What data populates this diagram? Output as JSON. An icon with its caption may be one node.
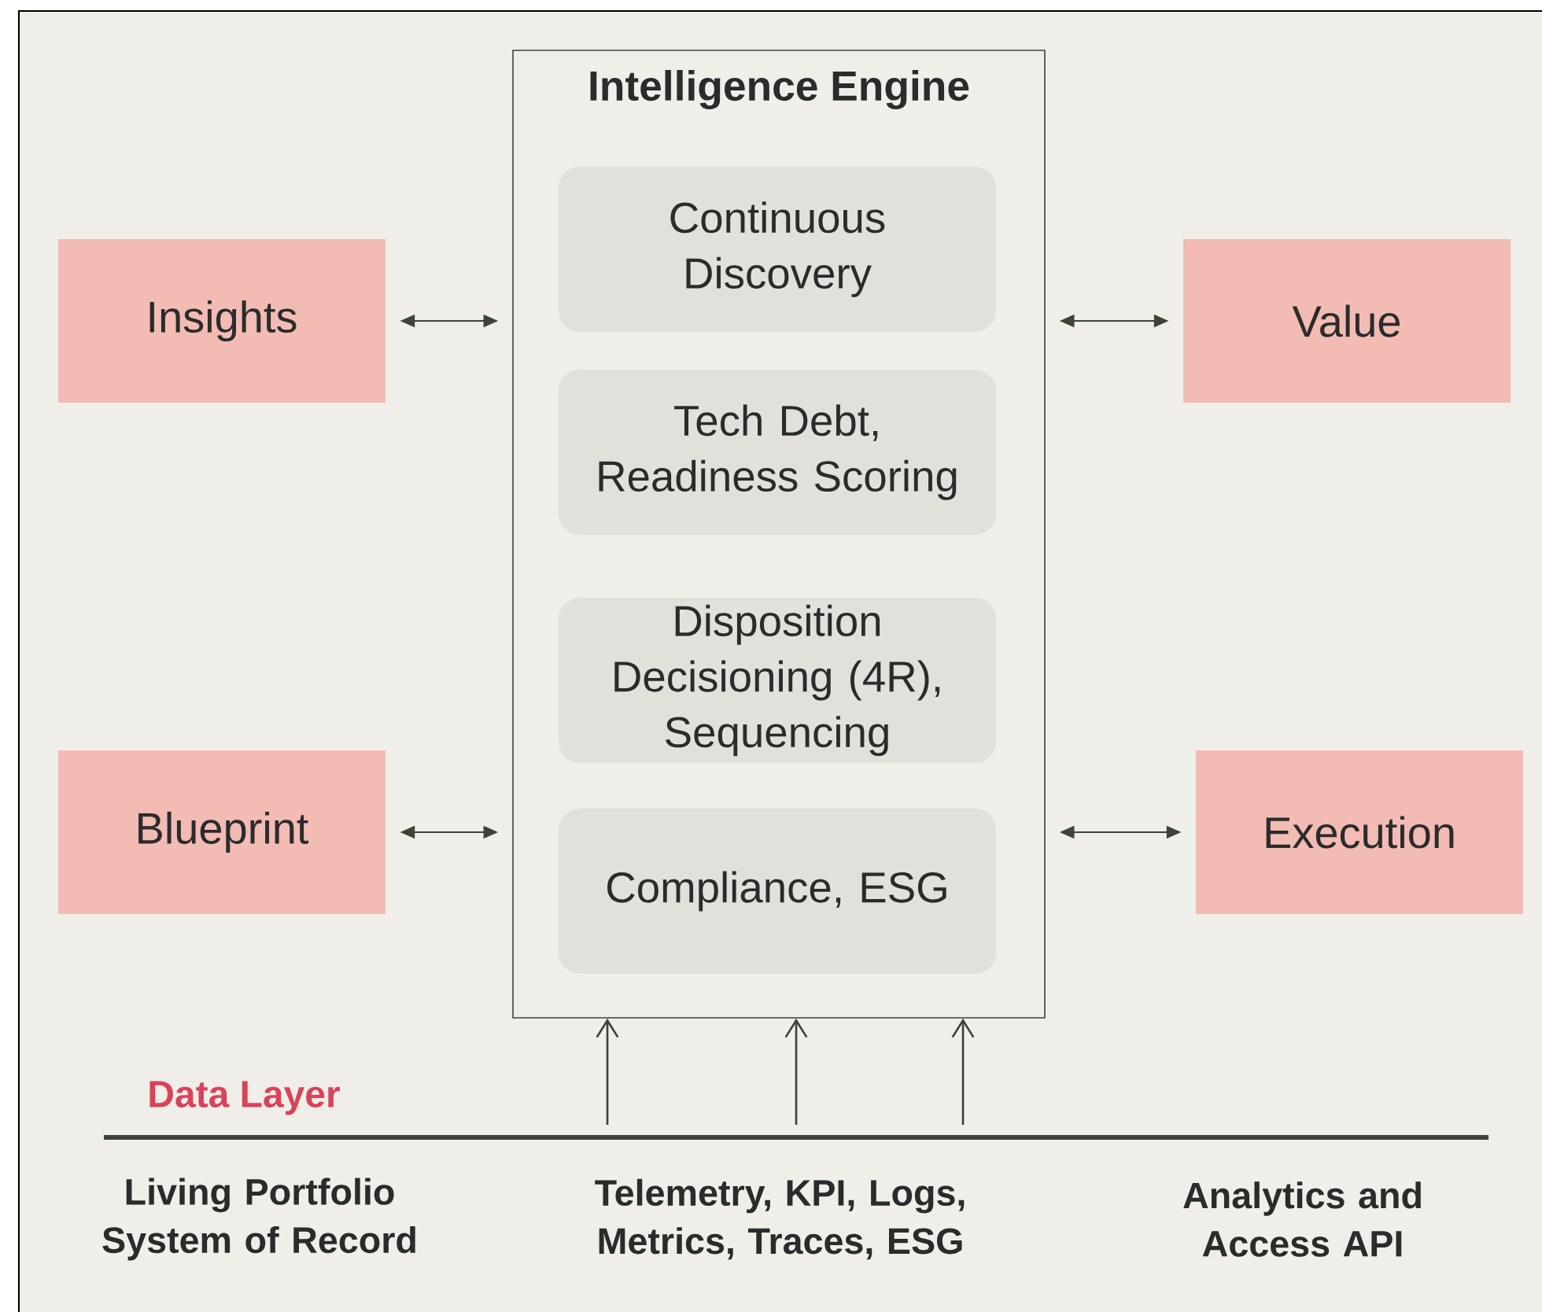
{
  "diagram": {
    "nodes": [
      {
        "text": [
          "Intelligence Engine"
        ]
      },
      {
        "text": [
          "Continuous Discovery"
        ],
        "in": 0
      },
      {
        "text": [
          "Tech Debt, Readiness Scoring"
        ],
        "in": 0
      },
      {
        "text": [
          "Disposition Decisioning (4R), Sequencing"
        ],
        "in": 0
      },
      {
        "text": [
          "Compliance, ESG"
        ],
        "in": 0
      },
      {
        "text": [
          "Insights"
        ]
      },
      {
        "text": [
          "Value"
        ]
      },
      {
        "text": [
          "Blueprint"
        ]
      },
      {
        "text": [
          "Execution"
        ]
      }
    ],
    "edges": [
      {
        "from": 5,
        "to": 0,
        "arrow": "both"
      },
      {
        "from": 0,
        "to": 6,
        "arrow": "both"
      },
      {
        "from": 7,
        "to": 0,
        "arrow": "both"
      },
      {
        "from": 0,
        "to": 8,
        "arrow": "both"
      },
      {
        "from": null,
        "to": 0,
        "arrow": "to"
      },
      {
        "from": null,
        "to": 0,
        "arrow": "to"
      },
      {
        "from": null,
        "to": 0,
        "arrow": "to"
      }
    ],
    "labels": [
      "Data Layer",
      "Living Portfolio System of Record",
      "Telemetry, KPI, Logs, Metrics, Traces, ESG",
      "Analytics and Access API"
    ]
  }
}
